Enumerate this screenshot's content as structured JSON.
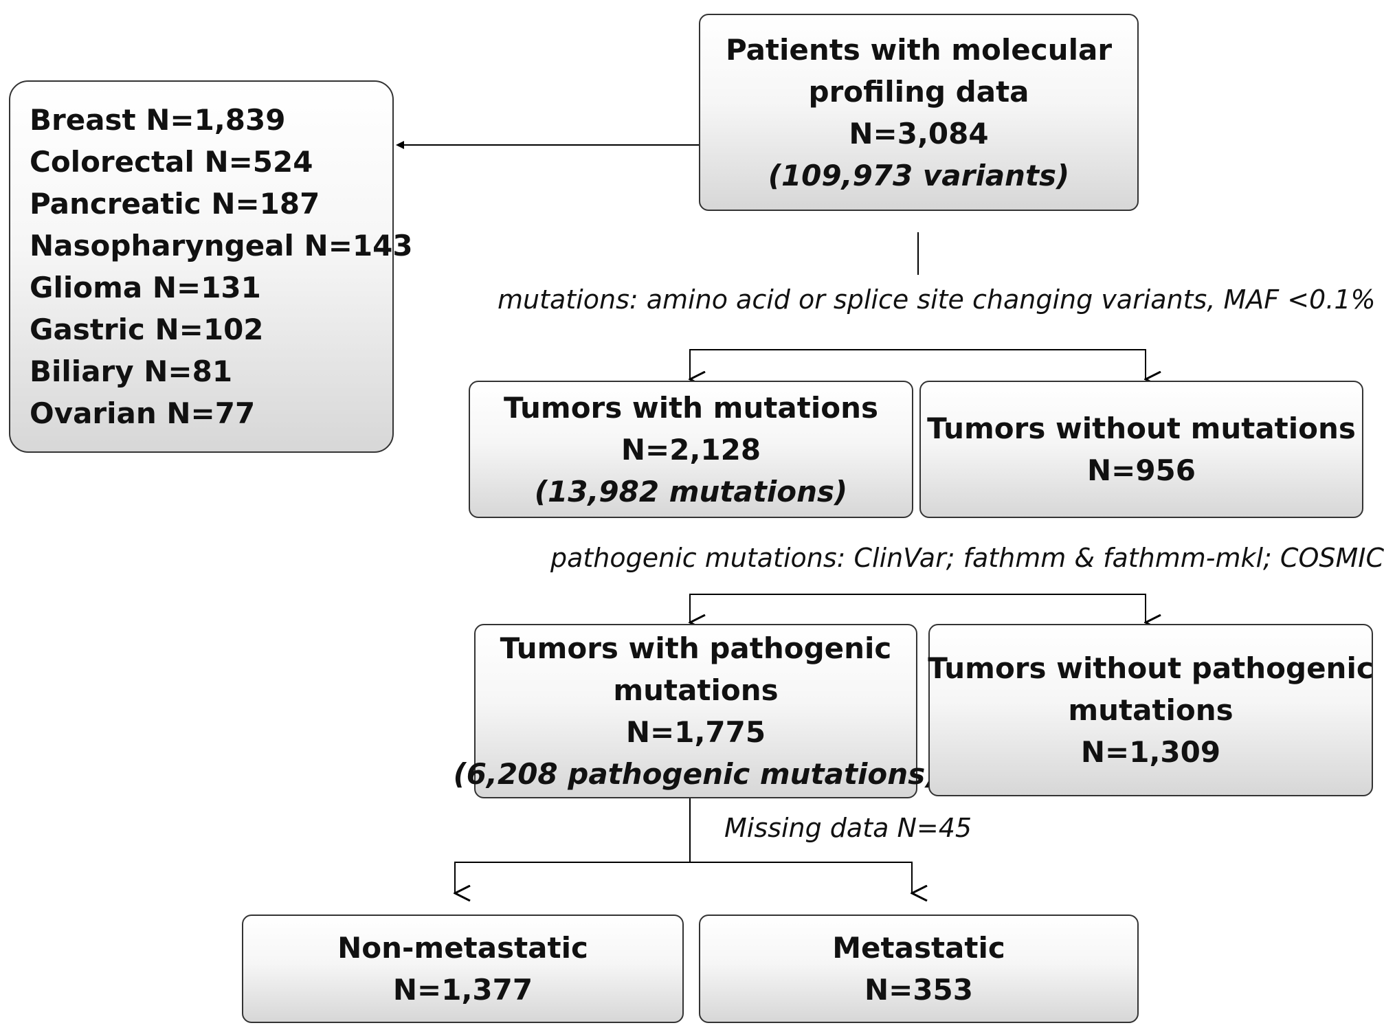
{
  "nodes": {
    "patients": {
      "lines": [
        "Patients with molecular",
        "profiling data",
        "N=3,084"
      ],
      "italic": "(109,973 variants)"
    },
    "cancer_types": {
      "lines": [
        "Breast N=1,839",
        "Colorectal N=524",
        "Pancreatic N=187",
        "Nasopharyngeal N=143",
        "Glioma N=131",
        "Gastric N=102",
        "Biliary N=81",
        "Ovarian N=77"
      ]
    },
    "with_mutations": {
      "lines": [
        "Tumors with mutations",
        "N=2,128"
      ],
      "italic": "(13,982 mutations)"
    },
    "without_mutations": {
      "lines": [
        "Tumors without mutations",
        "N=956"
      ]
    },
    "with_pathogenic": {
      "lines": [
        "Tumors with pathogenic",
        "mutations",
        "N=1,775"
      ],
      "italic": "(6,208 pathogenic mutations)"
    },
    "without_pathogenic": {
      "lines": [
        "Tumors without pathogenic",
        "mutations",
        "N=1,309"
      ]
    },
    "non_metastatic": {
      "lines": [
        "Non-metastatic",
        "N=1,377"
      ]
    },
    "metastatic": {
      "lines": [
        "Metastatic",
        "N=353"
      ]
    }
  },
  "labels": {
    "mutations_filter": "mutations: amino acid or splice site changing variants, MAF <0.1%",
    "pathogenic_filter": "pathogenic mutations: ClinVar; fathmm & fathmm-mkl; COSMIC",
    "missing_data": "Missing data N=45"
  }
}
